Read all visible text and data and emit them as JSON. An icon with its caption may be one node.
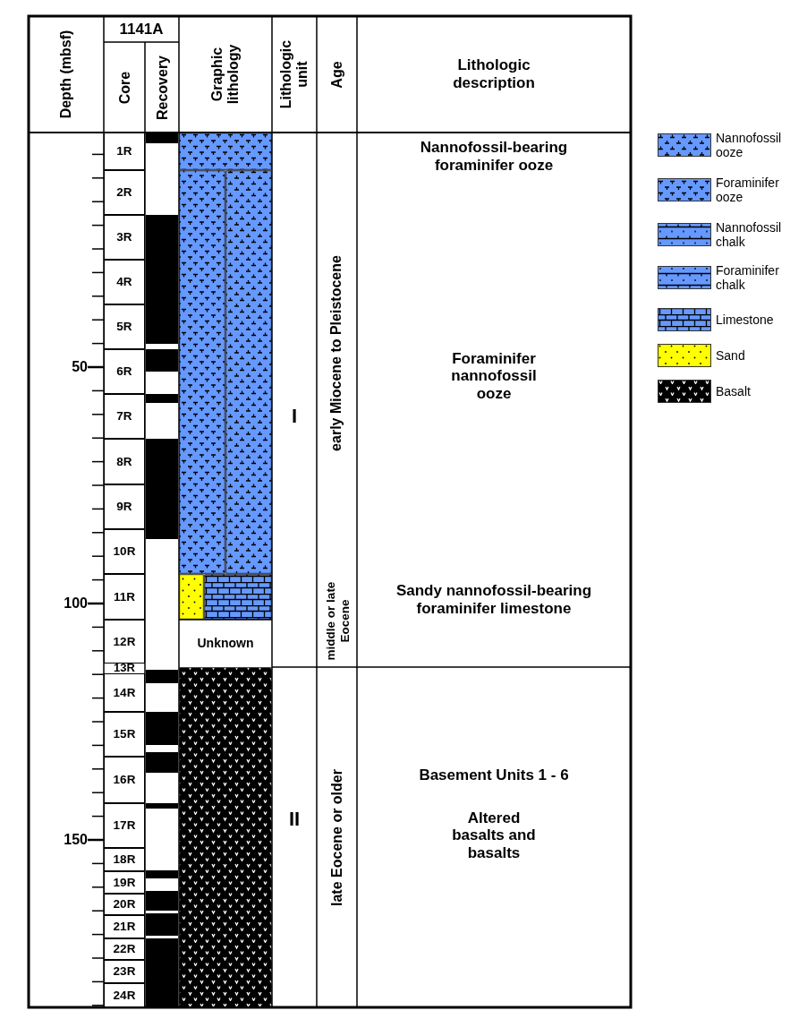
{
  "diagram": {
    "labels": [
      "Depth (mbsf)",
      "1141A",
      "Core",
      "Recovery",
      "Graphic lithology",
      "Lithologic unit",
      "Age",
      "Lithologic description",
      "1R",
      "2R",
      "3R",
      "4R",
      "5R",
      "6R",
      "7R",
      "8R",
      "9R",
      "10R",
      "11R",
      "12R",
      "13R",
      "14R",
      "15R",
      "16R",
      "17R",
      "18R",
      "19R",
      "20R",
      "21R",
      "22R",
      "23R",
      "24R",
      "50",
      "100",
      "150",
      "Unknown",
      "I",
      "II",
      "early Miocene to Pleistocene",
      "middle or late Eocene",
      "late Eocene or older",
      "Nannofossil-bearing foraminifer ooze",
      "Foraminifer nannofossil ooze",
      "Sandy nannofossil-bearing foraminifer limestone",
      "Basement Units 1 - 6",
      "Altered basalts and basalts"
    ],
    "legend": [
      {
        "text": "Nannofossil ooze",
        "color": "#6699ff"
      },
      {
        "text": "Foraminifer ooze",
        "color": "#6699ff"
      },
      {
        "text": "Nannofossil chalk",
        "color": "#6699ff"
      },
      {
        "text": "Foraminifer chalk",
        "color": "#6699ff"
      },
      {
        "text": "Limestone",
        "color": "#6699ff"
      },
      {
        "text": "Sand",
        "color": "#ffff00"
      },
      {
        "text": "Basalt",
        "color": "#000000"
      }
    ]
  }
}
